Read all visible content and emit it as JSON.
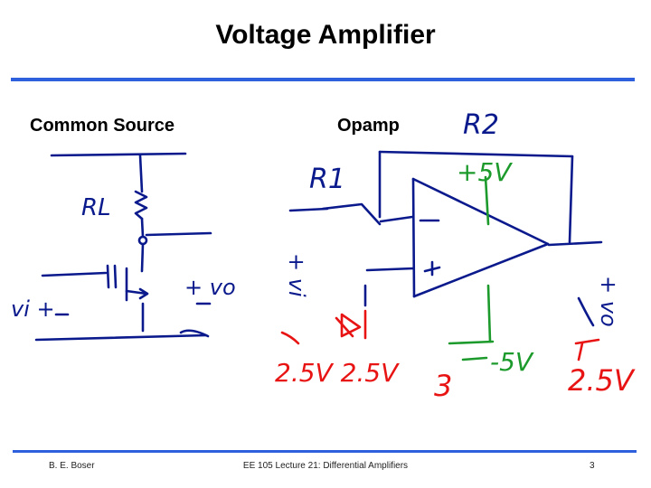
{
  "slide": {
    "title": "Voltage Amplifier",
    "left_heading": "Common Source",
    "right_heading": "Opamp"
  },
  "annotations": {
    "rl": "RL",
    "vi_left": "vi +",
    "vo_left": "+ vo",
    "r1": "R1",
    "r2": "R2",
    "vplus": "+5V",
    "vminus": "-5V",
    "vi_right": "+ vi",
    "vo_right": "+ vo",
    "bias_in": "2.5V 2.5V",
    "bias_out": "2.5V",
    "gnd_num": "3"
  },
  "colors": {
    "rule": "#2e5fdc",
    "ink_blue": "#0a1a8c",
    "ink_green": "#1c9a2c",
    "ink_red": "#e81414"
  },
  "footer": {
    "author": "B. E. Boser",
    "course": "EE 105 Lecture 21: Differential Amplifiers",
    "page": "3"
  }
}
